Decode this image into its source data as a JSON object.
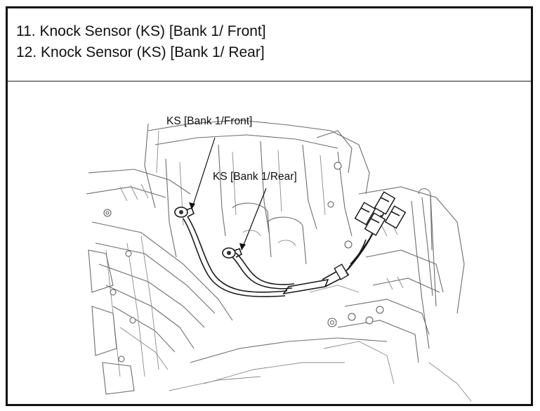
{
  "header": {
    "line1": "11. Knock Sensor (KS) [Bank 1/ Front]",
    "line2": "12. Knock Sensor (KS) [Bank 1/ Rear]"
  },
  "figure": {
    "callout_front": "KS [Bank 1/Front]",
    "callout_rear": "KS [Bank 1/Rear]"
  }
}
